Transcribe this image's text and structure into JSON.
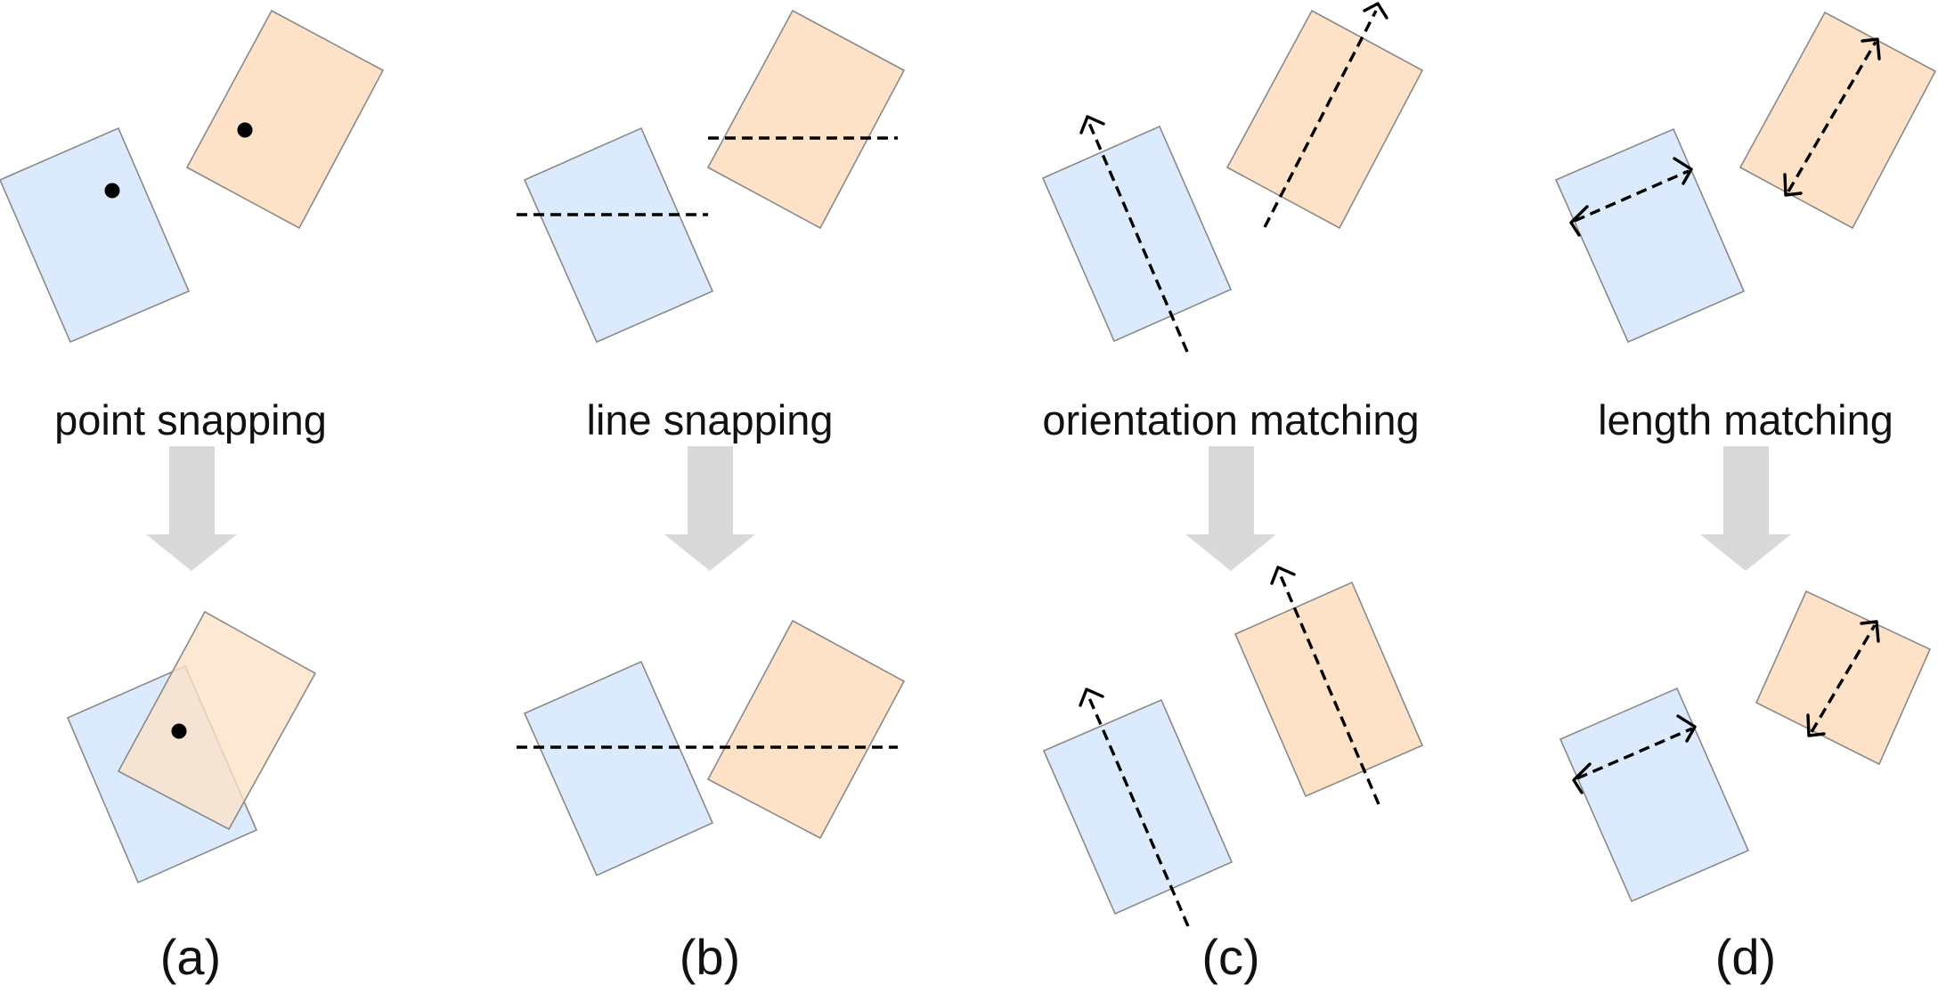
{
  "panels": [
    {
      "label": "point snapping",
      "letter": "(a)"
    },
    {
      "label": "line snapping",
      "letter": "(b)"
    },
    {
      "label": "orientation matching",
      "letter": "(c)"
    },
    {
      "label": "length matching",
      "letter": "(d)"
    }
  ],
  "colors": {
    "blue_rect": "#dbeafc",
    "orange_rect": "#fde2c7",
    "outline": "#8a8a8a",
    "flow_arrow": "#d9d9d9",
    "marks": "#000000"
  },
  "icons": {
    "flow": "down-arrow-icon",
    "snap_point": "dot-icon",
    "guide": "dashed-line",
    "direction": "dashed-arrow"
  }
}
